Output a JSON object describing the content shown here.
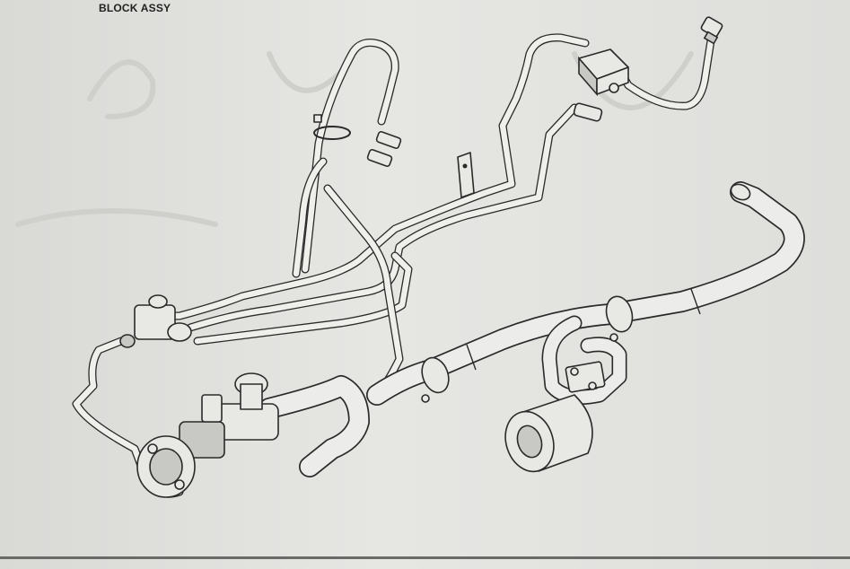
{
  "caption": "BLOCK ASSY",
  "colors": {
    "line": "#2a2a2a",
    "paper": "#e6e6e3",
    "tube_fill": "#ececea"
  },
  "parts": [
    "upper-harness",
    "fitting-top-right",
    "junction-block",
    "elbow-fitting",
    "bracket",
    "clamp-left",
    "left-manifold",
    "pump-assembly",
    "exhaust-pipe",
    "pipe-clamp-1",
    "pipe-clamp-2",
    "muffler-can",
    "inlet-neck"
  ]
}
